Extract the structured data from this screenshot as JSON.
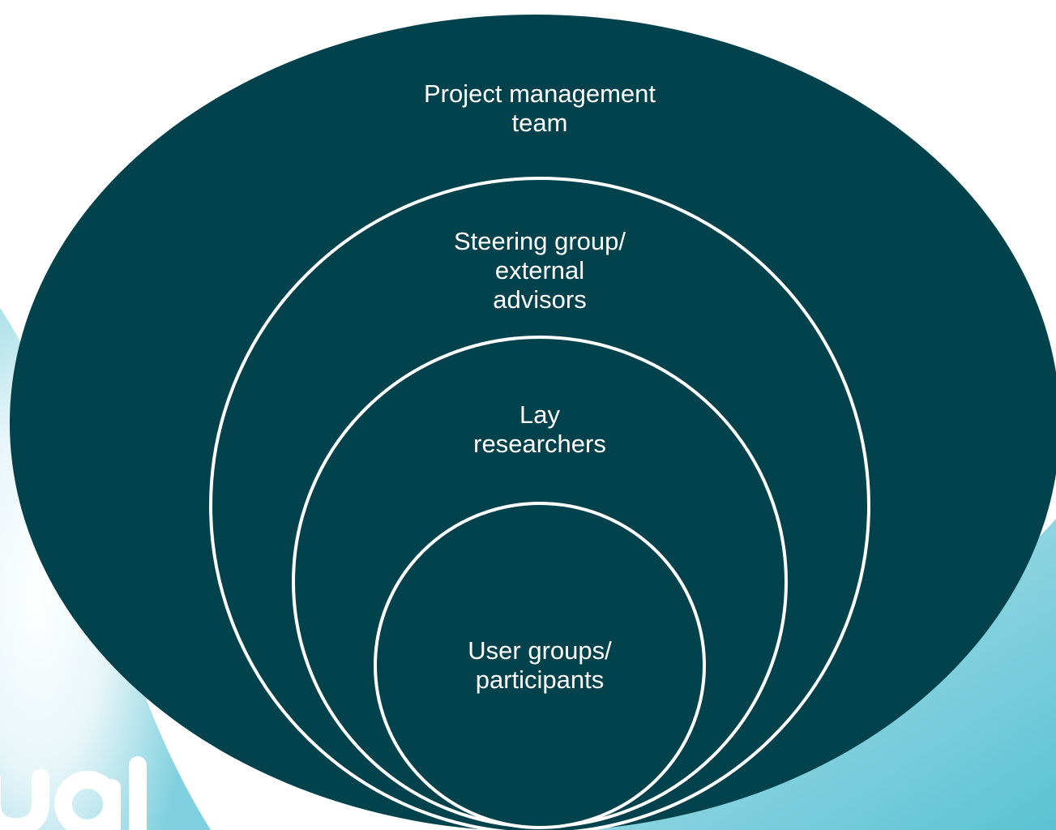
{
  "diagram": {
    "colors": {
      "fill": "#02424c",
      "ring_stroke": "#ffffff",
      "background_light": "#eaf6f9",
      "background_teal": "#7fd0de",
      "logo": "#ffffff"
    },
    "layers": [
      {
        "id": "outer",
        "text": "Project management\nteam"
      },
      {
        "id": "steering",
        "text": "Steering group/\nexternal\nadvisors"
      },
      {
        "id": "lay",
        "text": "Lay\nresearchers"
      },
      {
        "id": "users",
        "text": "User groups/\nparticipants"
      }
    ],
    "logo_text": "ual"
  }
}
